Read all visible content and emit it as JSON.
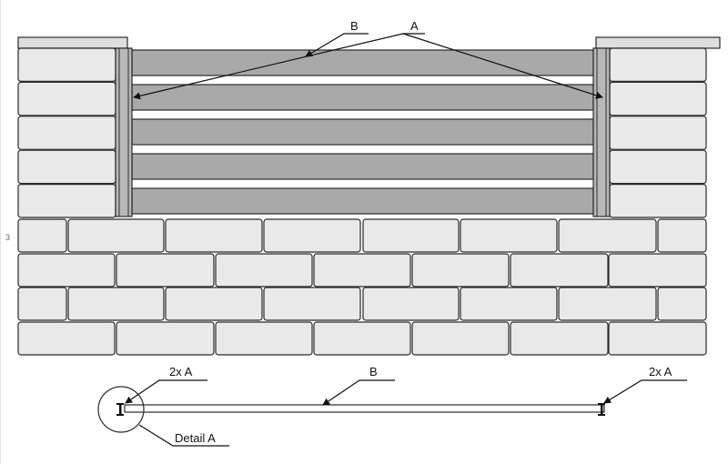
{
  "page": {
    "margin_number": "3"
  },
  "elevation": {
    "label_b": "B",
    "label_a": "A"
  },
  "plan": {
    "label_left": "2x A",
    "label_center": "B",
    "label_right": "2x A",
    "detail_label": "Detail A"
  },
  "colors": {
    "outline": "#2b2b2b",
    "block_fill": "#e9e9e9",
    "panel_fill": "#a9a9a9",
    "post_fill": "#b8b8b8",
    "cap_fill": "#dedede"
  }
}
